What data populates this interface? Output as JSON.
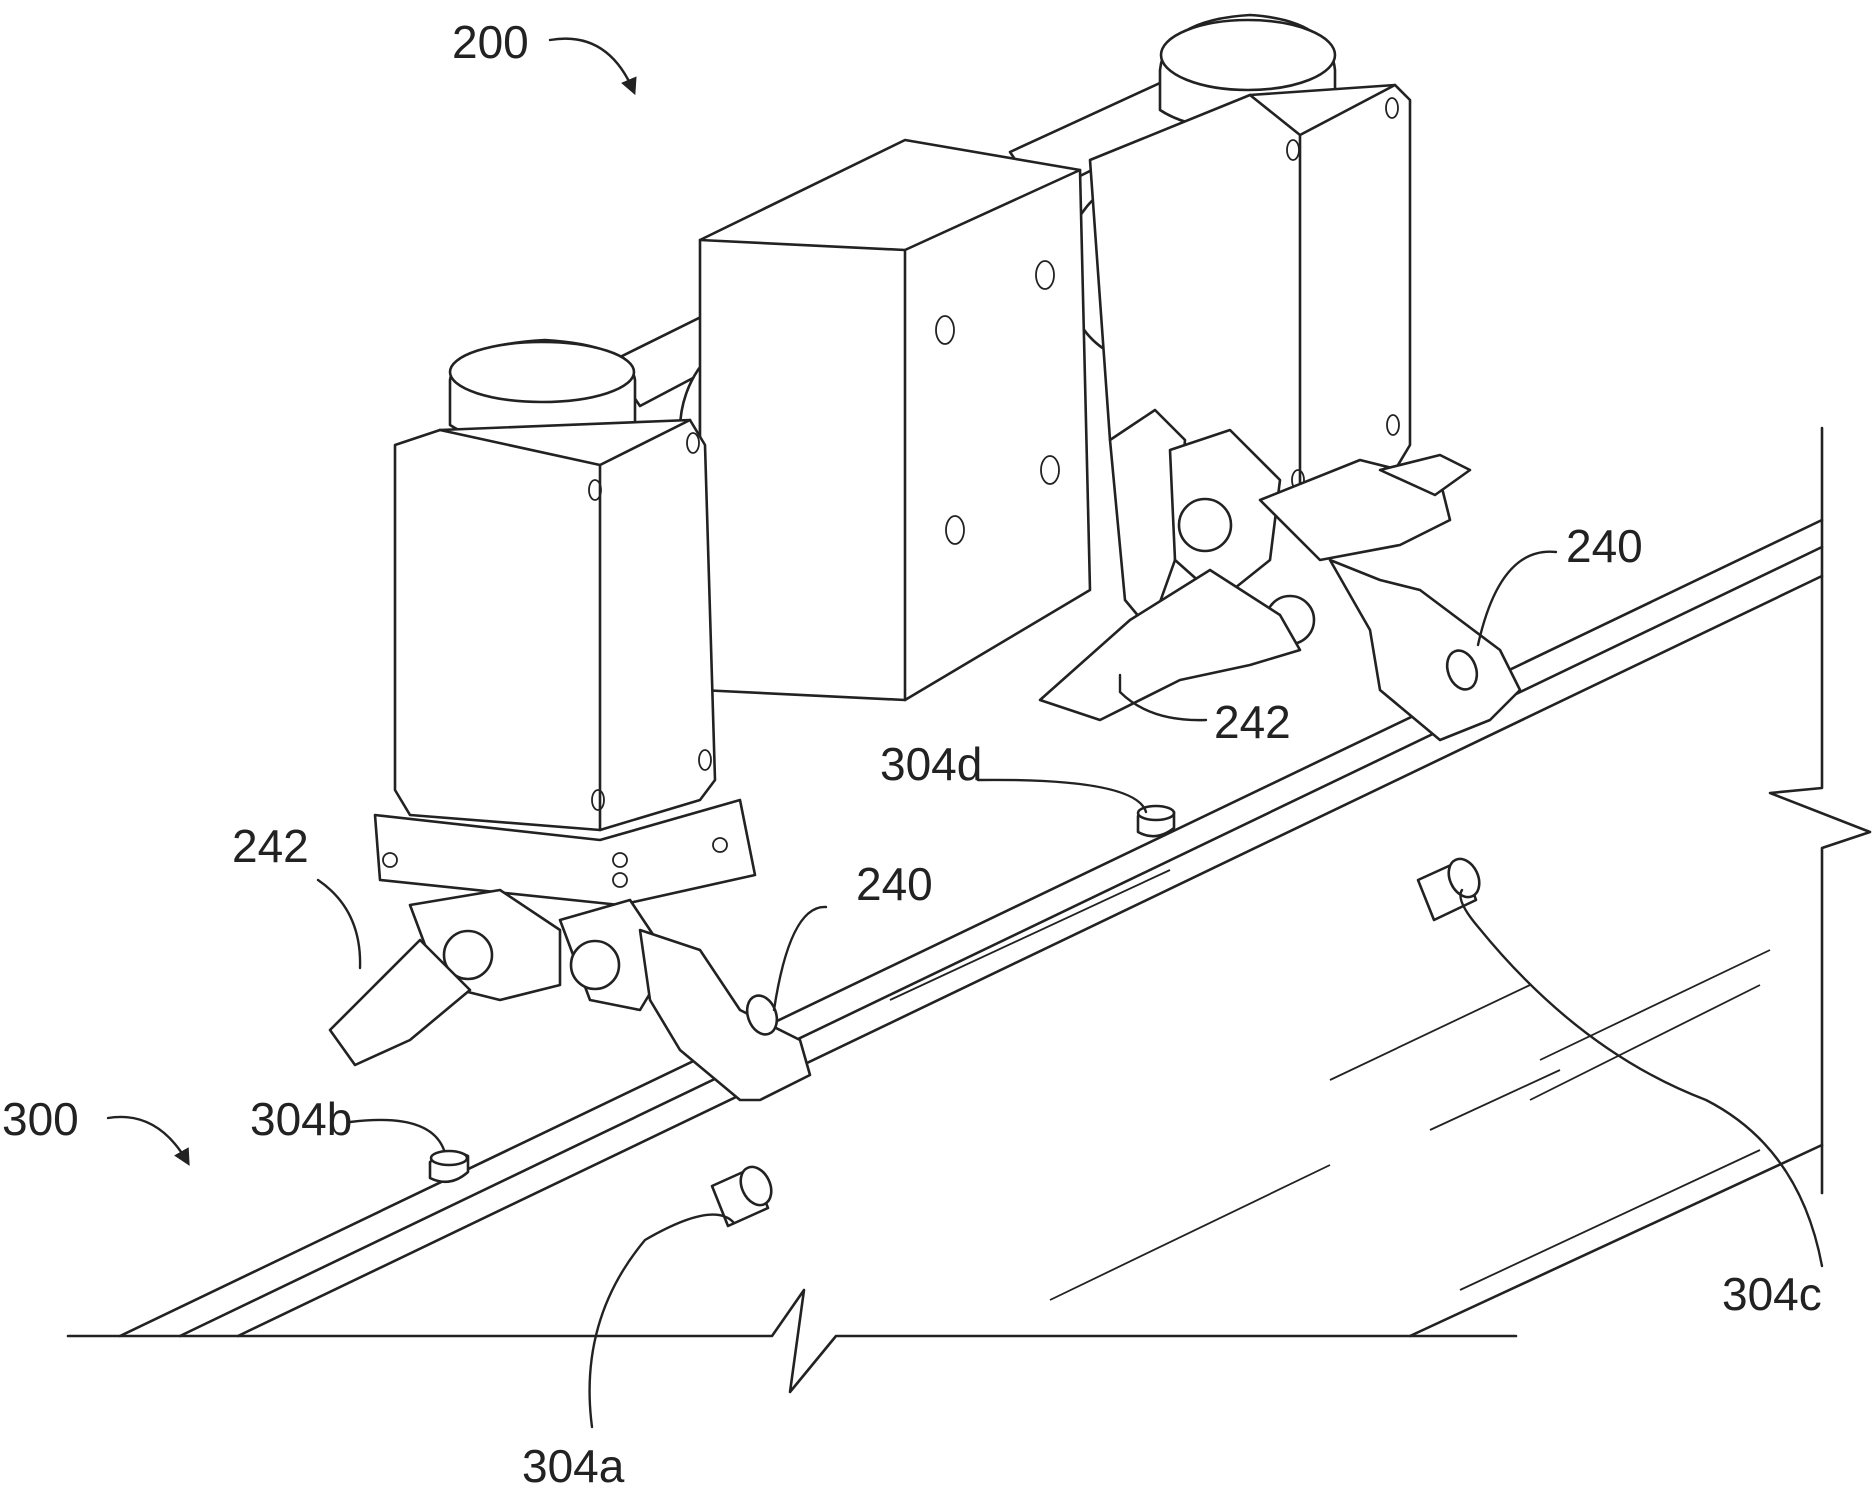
{
  "figure": {
    "labels": {
      "assembly": "200",
      "rail": "300",
      "foot_right_front": "240",
      "foot_left_front": "240",
      "foot_right_rear": "242",
      "foot_left_rear": "242",
      "feature_a": "304a",
      "feature_b": "304b",
      "feature_c": "304c",
      "feature_d": "304d"
    }
  }
}
